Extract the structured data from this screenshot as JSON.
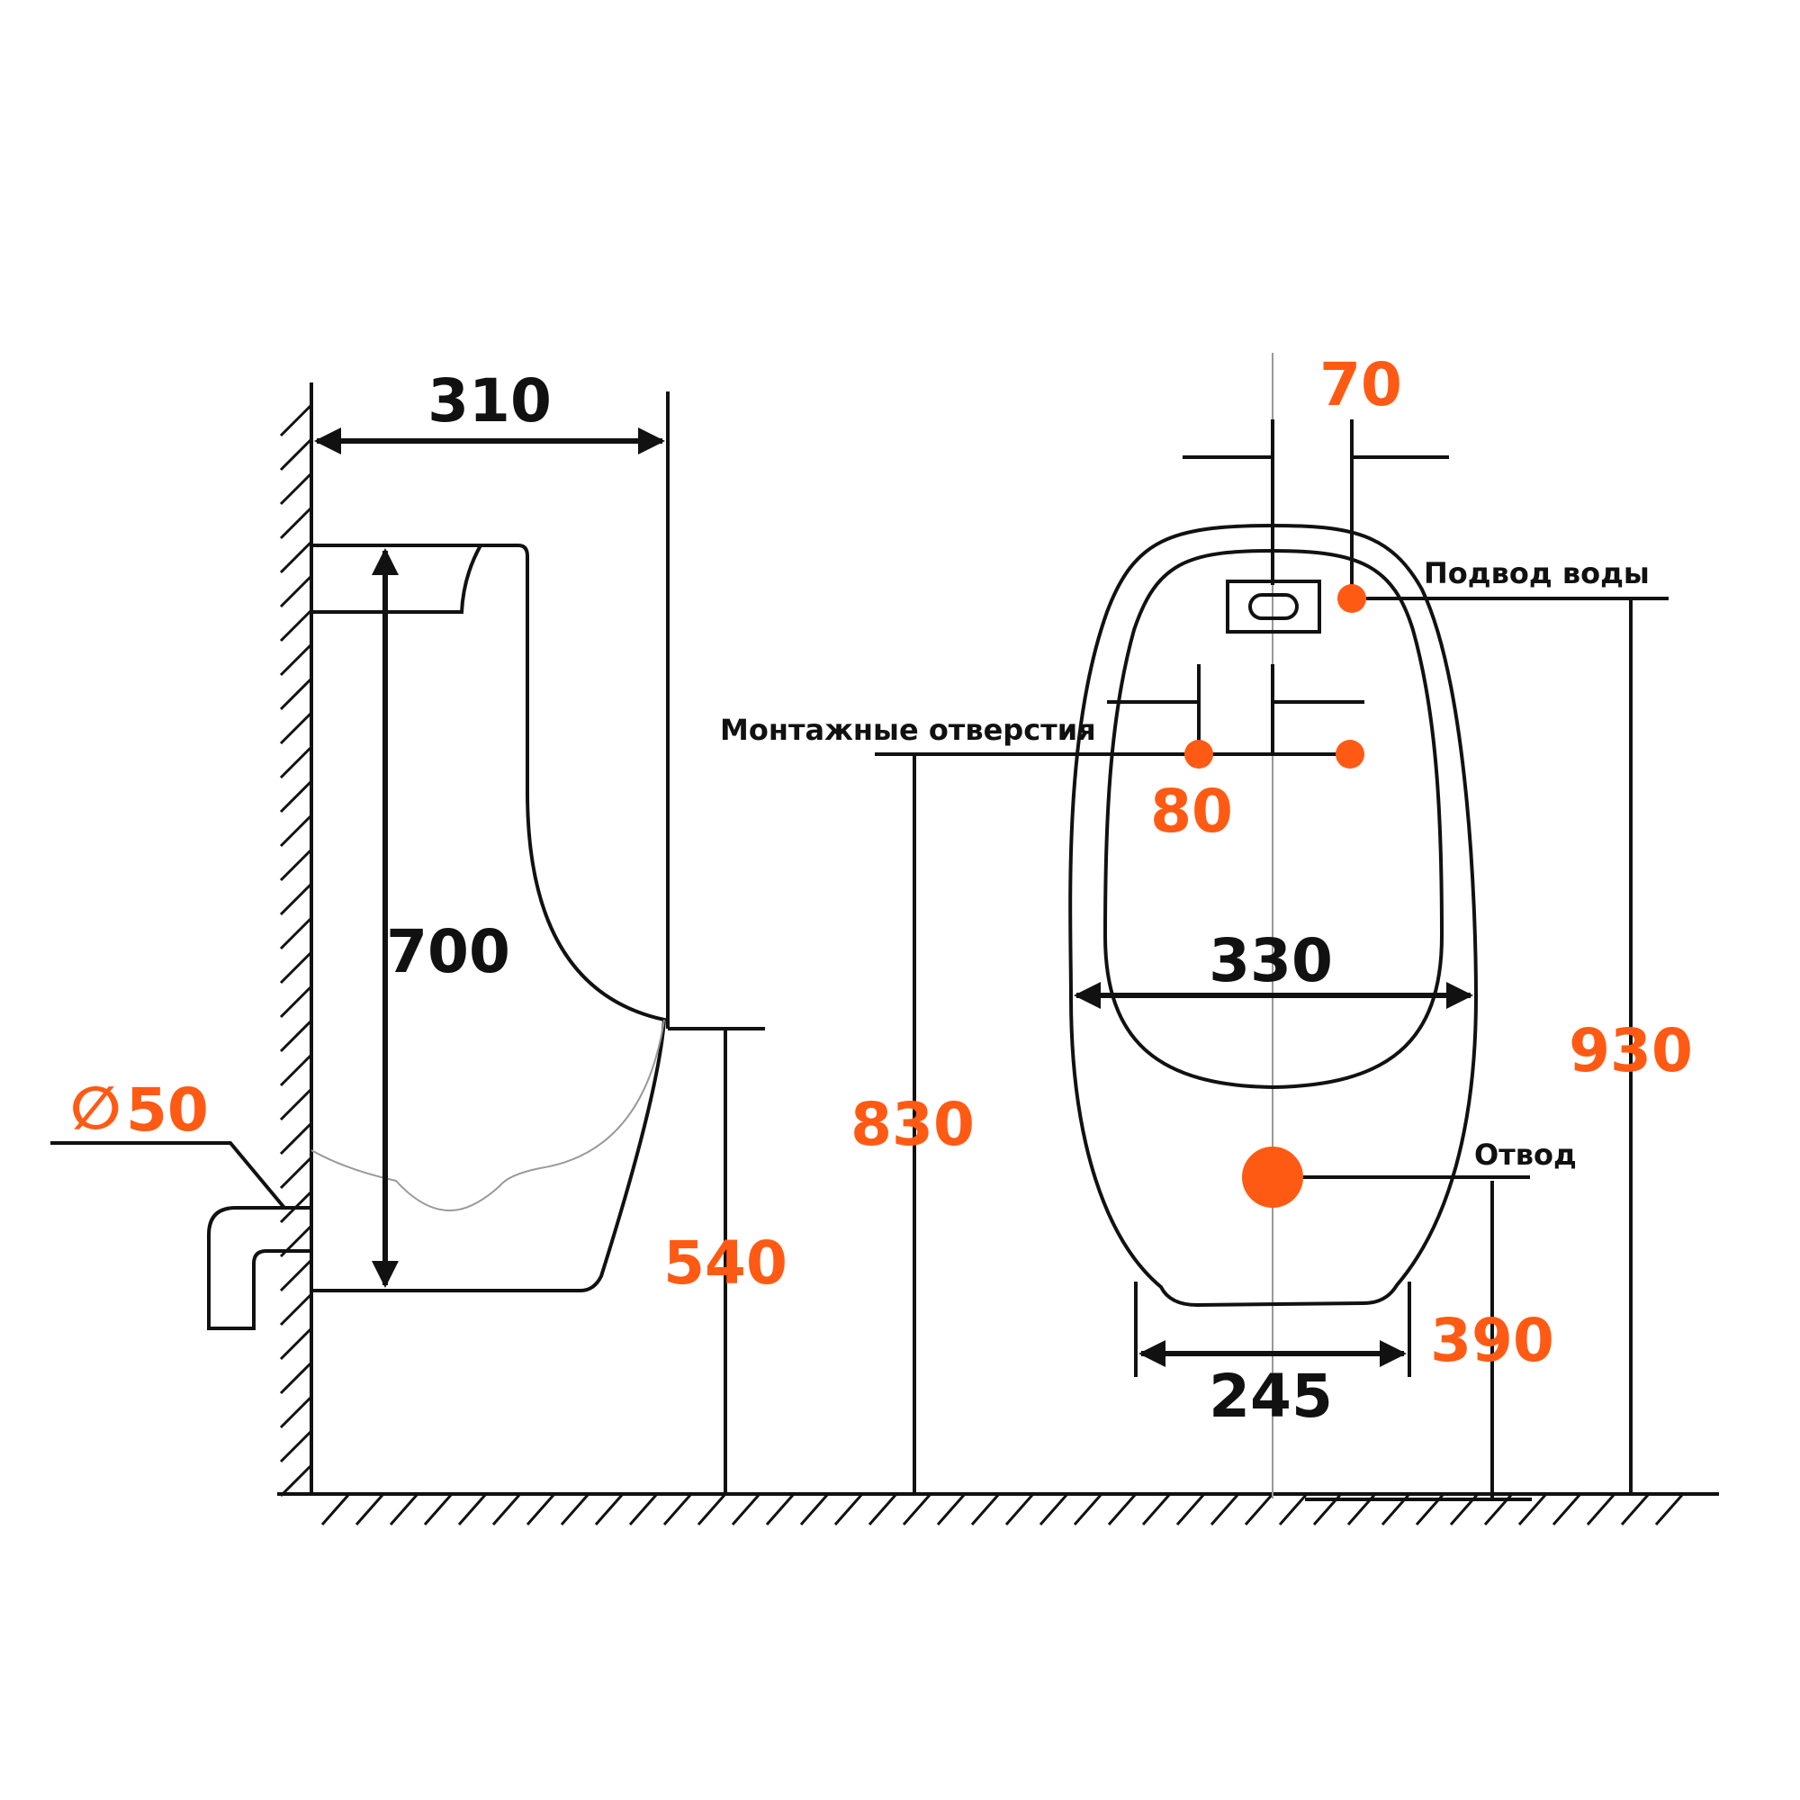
{
  "colors": {
    "accent": "#ff5a14",
    "line": "#111111"
  },
  "side_view": {
    "width_label": "310",
    "height_label": "700",
    "pipe_diameter_symbol": "∅",
    "pipe_diameter_label": "50",
    "outlet_height_label": "540"
  },
  "front_view": {
    "top_spacing_label": "70",
    "water_supply_label": "Подвод воды",
    "mount_holes_label": "Монтажные отверстия",
    "mount_spacing_label": "80",
    "body_width_label": "330",
    "bottom_width_label": "245",
    "mount_height_label": "830",
    "total_height_label": "930",
    "drain_label": "Отвод",
    "drain_height_label": "390"
  }
}
